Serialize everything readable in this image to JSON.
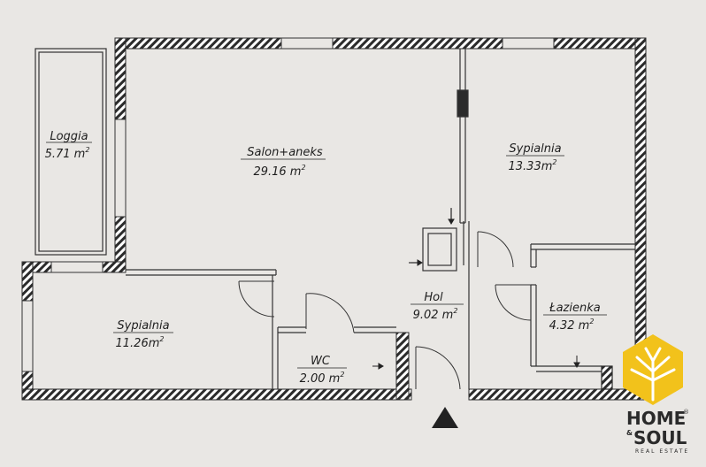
{
  "rooms": {
    "loggia": {
      "name": "Loggia",
      "area": "5.71 m",
      "unit_sup": "2"
    },
    "salon": {
      "name": "Salon+aneks",
      "area": "29.16 m",
      "unit_sup": "2"
    },
    "bedroom_right": {
      "name": "Sypialnia",
      "area": "13.33m",
      "unit_sup": "2"
    },
    "bedroom_left": {
      "name": "Sypialnia",
      "area": "11.26m",
      "unit_sup": "2"
    },
    "hall": {
      "name": "Hol",
      "area": "9.02 m",
      "unit_sup": "2"
    },
    "bathroom": {
      "name": "Łazienka",
      "area": "4.32 m",
      "unit_sup": "2"
    },
    "wc": {
      "name": "WC",
      "area": "2.00 m",
      "unit_sup": "2"
    }
  },
  "logo": {
    "line1": "HOME",
    "amp": "&",
    "line2": "SOUL",
    "tagline": "REAL ESTATE",
    "registered": "®",
    "accent_color": "#f2c21b"
  },
  "colors": {
    "paper": "#e9e7e4",
    "wall": "#2b2b2b",
    "line": "#333333"
  }
}
